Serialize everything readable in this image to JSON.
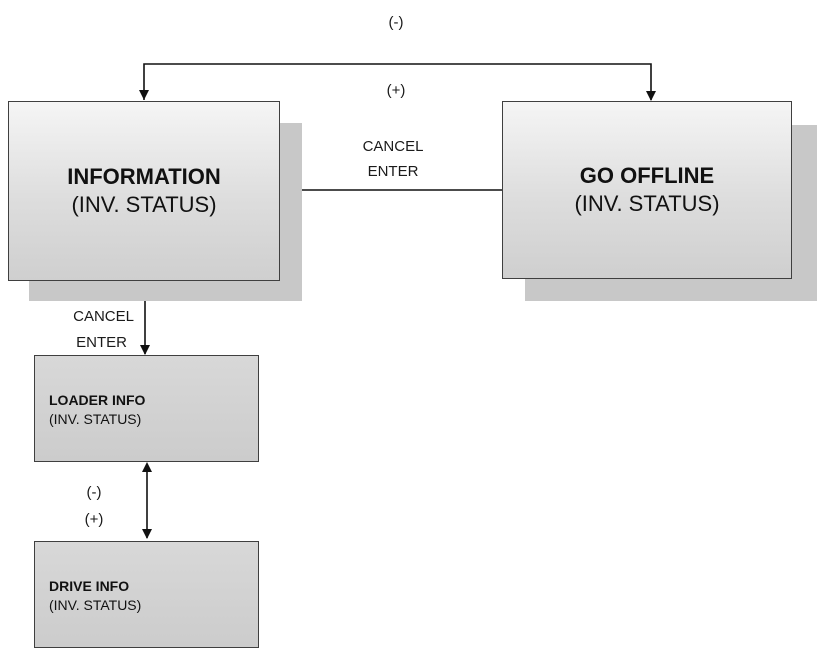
{
  "nodes": {
    "information": {
      "title": "INFORMATION",
      "subtitle": "(INV. STATUS)"
    },
    "go_offline": {
      "title": "GO OFFLINE",
      "subtitle": "(INV. STATUS)"
    },
    "loader_info": {
      "title": "LOADER INFO",
      "subtitle": "(INV. STATUS)"
    },
    "drive_info": {
      "title": "DRIVE INFO",
      "subtitle": "(INV. STATUS)"
    }
  },
  "edges": {
    "top_loop": {
      "label_minus": "(-)",
      "label_plus": "(+)"
    },
    "offline_to_info": {
      "label_cancel": "CANCEL",
      "label_enter": "ENTER"
    },
    "info_to_loader": {
      "label_cancel": "CANCEL",
      "label_enter": "ENTER"
    },
    "loader_to_drive": {
      "label_minus": "(-)",
      "label_plus": "(+)"
    }
  }
}
